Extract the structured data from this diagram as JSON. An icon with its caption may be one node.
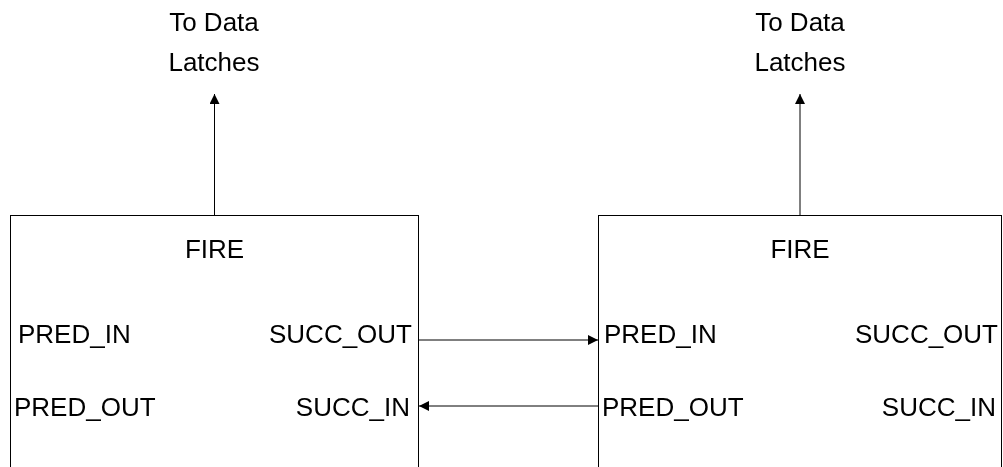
{
  "diagram": {
    "nodes": [
      {
        "text": [
          "To Data Latches"
        ]
      },
      {
        "text": [
          "To Data Latches"
        ]
      },
      {
        "text": [
          "FIRE",
          "PRED_IN",
          "SUCC_OUT",
          "PRED_OUT",
          "SUCC_IN"
        ]
      },
      {
        "text": [
          "FIRE",
          "PRED_IN",
          "SUCC_OUT",
          "PRED_OUT",
          "SUCC_IN"
        ]
      }
    ],
    "edges": [
      {
        "from": 2,
        "to": 0,
        "arrow": "to"
      },
      {
        "from": 3,
        "to": 1,
        "arrow": "to"
      },
      {
        "from": 2,
        "to": 3,
        "arrow": "to"
      },
      {
        "from": 3,
        "to": 2,
        "arrow": "to"
      }
    ]
  }
}
